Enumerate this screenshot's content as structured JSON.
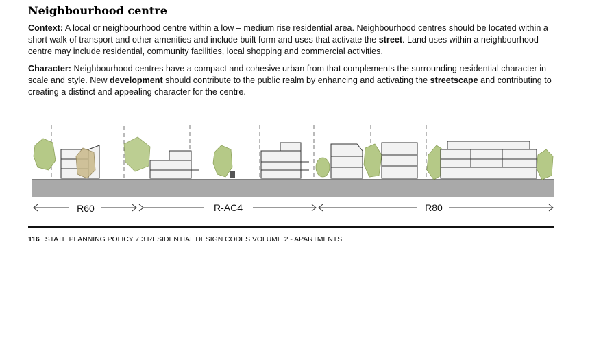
{
  "heading": "Neighbourhood centre",
  "context": {
    "label": "Context:",
    "t1": " A local or neighbourhood centre within a low – medium rise residential area.  Neighbourhood centres should be located within a short walk of transport and other amenities and include built form and uses that activate the ",
    "b1": "street",
    "t2": ". Land uses within a neighbourhood centre may include residential, community facilities, local shopping and commercial activities."
  },
  "character": {
    "label": "Character:",
    "t1": " Neighbourhood centres have a compact and cohesive urban from that complements the surrounding residential character in scale and style. New ",
    "b1": "development",
    "t2": " should contribute to the public realm by enhancing and activating the ",
    "b2": "streetscape",
    "t3": " and contributing to creating a distinct and appealing character for the centre."
  },
  "zones": [
    "R60",
    "R-AC4",
    "R80"
  ],
  "footer": {
    "page_number": "116",
    "title": "STATE PLANNING POLICY 7.3 RESIDENTIAL DESIGN CODES VOLUME 2 - APARTMENTS"
  },
  "colors": {
    "tree": "#b5c987",
    "ground": "#a9a9a9",
    "building_outline": "#333333",
    "building_fill": "#f2f2f2"
  }
}
